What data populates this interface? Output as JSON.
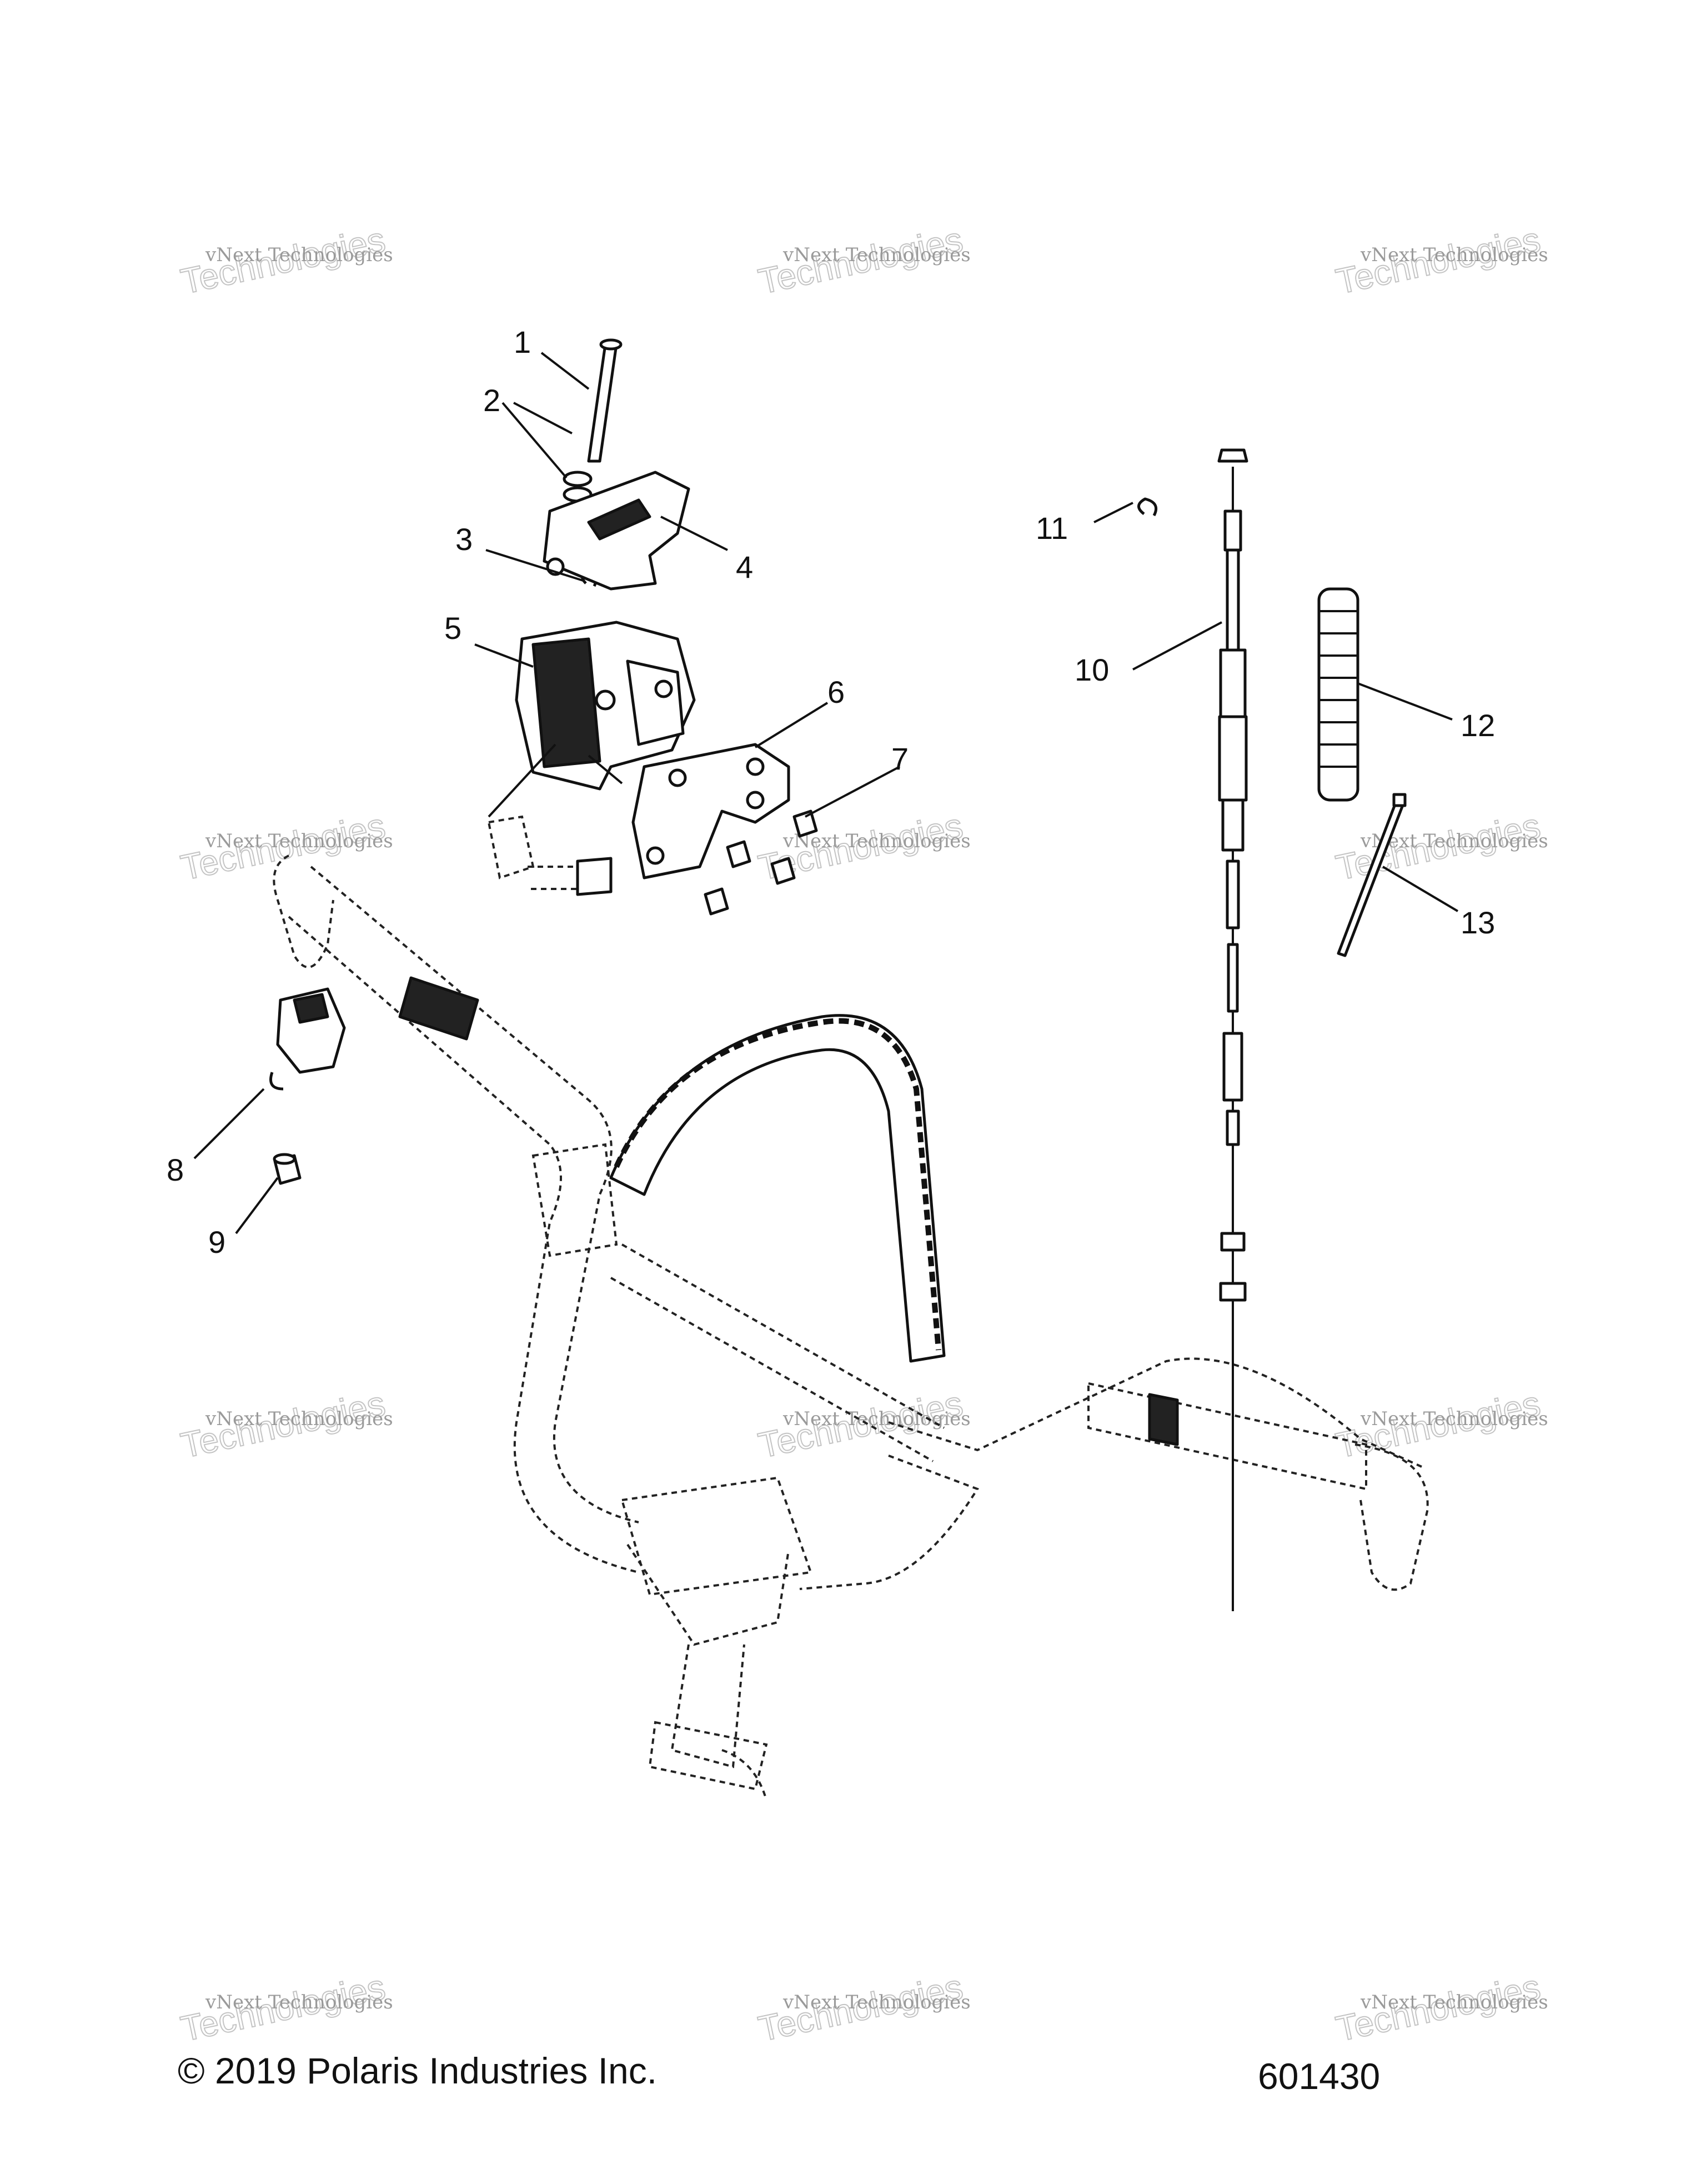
{
  "callouts": [
    "1",
    "2",
    "3",
    "4",
    "5",
    "6",
    "7",
    "8",
    "9",
    "10",
    "11",
    "12",
    "13"
  ],
  "watermark": {
    "line1": "vNext Technologies",
    "line2": "Technologies"
  },
  "footer": {
    "copyright": "© 2019 Polaris Industries Inc.",
    "figure_number": "601430"
  }
}
